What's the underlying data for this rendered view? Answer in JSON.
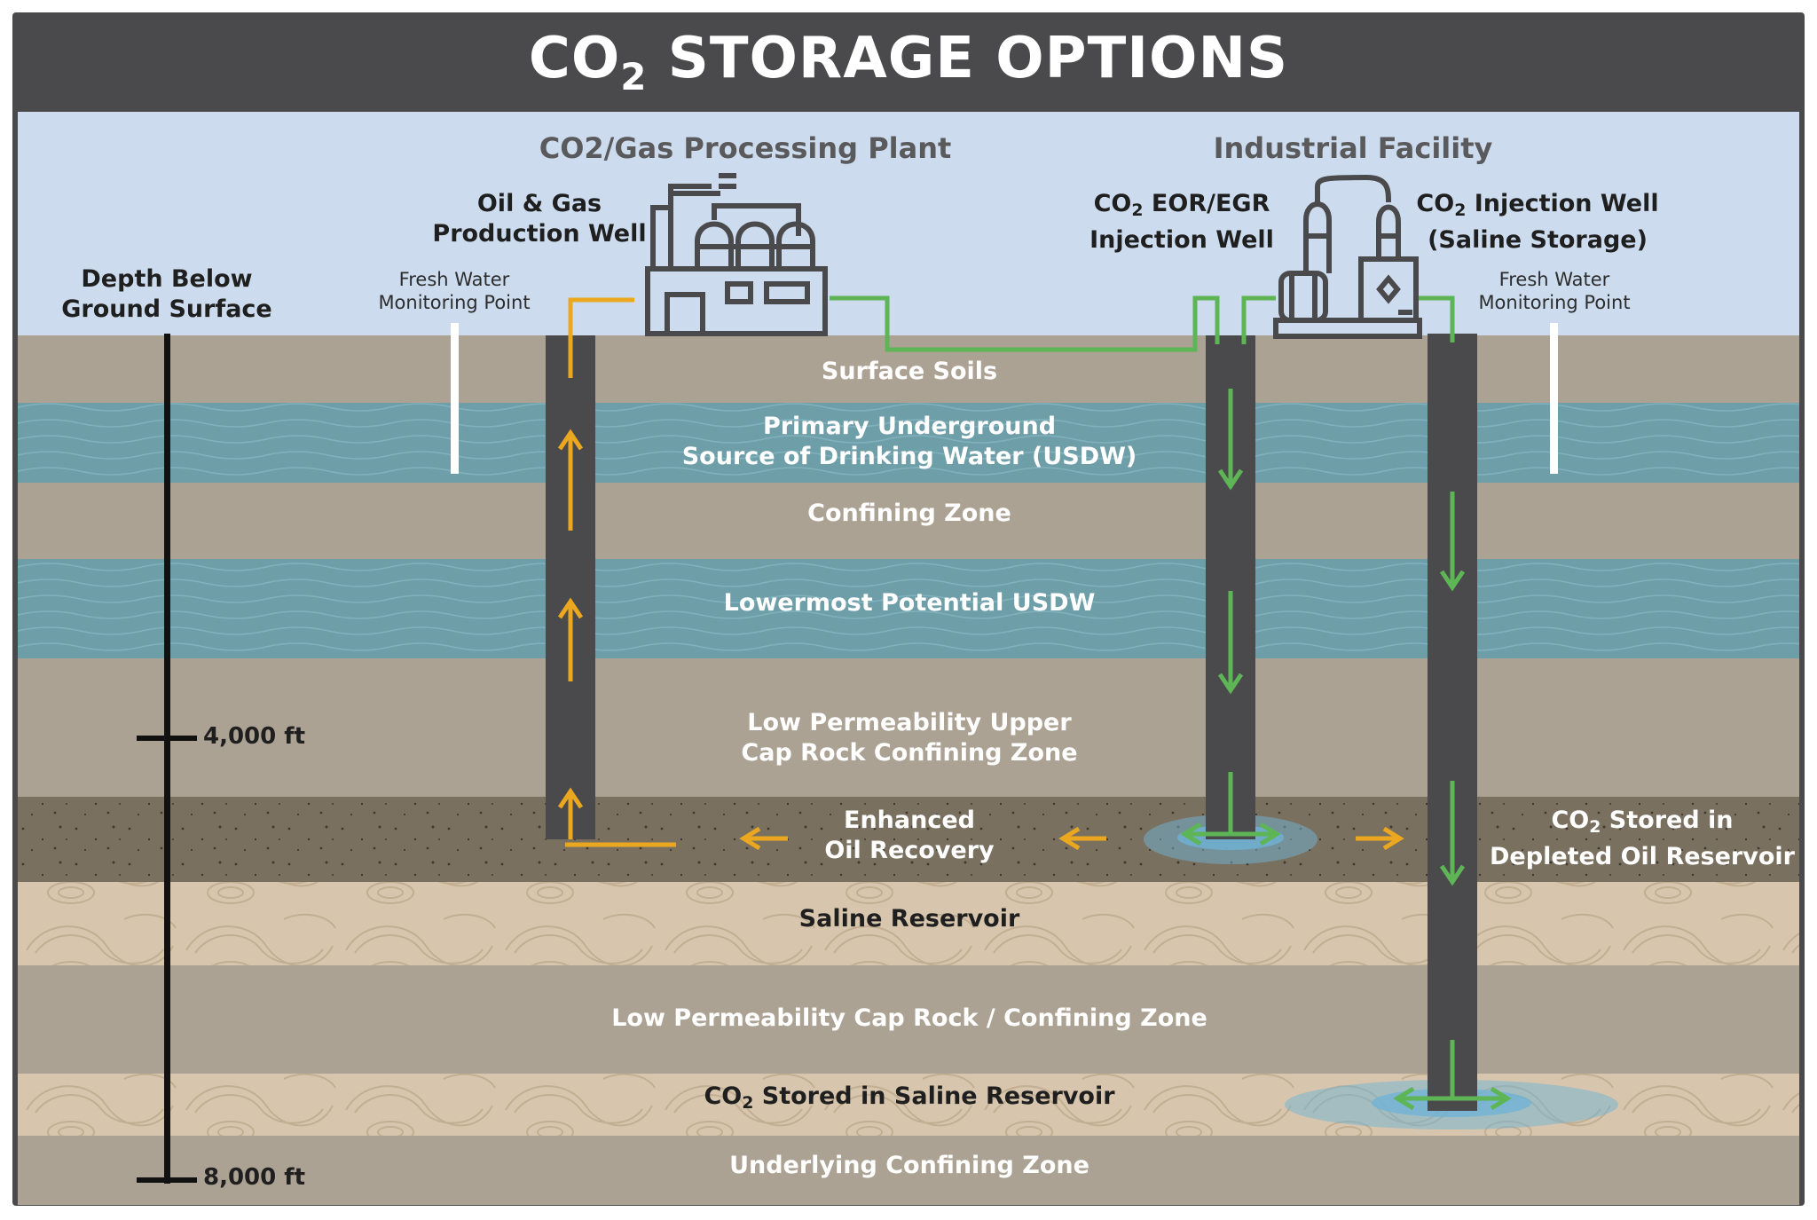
{
  "title": {
    "prefix": "CO",
    "sub": "2",
    "suffix": " STORAGE OPTIONS"
  },
  "facilities": {
    "plant": "CO2/Gas Processing Plant",
    "industrial": "Industrial Facility"
  },
  "wells": {
    "production_l1": "Oil & Gas",
    "production_l2": "Production Well",
    "eor_l1_prefix": "CO",
    "eor_l1_sub": "2",
    "eor_l1_suffix": " EOR/EGR",
    "eor_l2": "Injection Well",
    "saline_l1_prefix": "CO",
    "saline_l1_sub": "2",
    "saline_l1_suffix": " Injection Well",
    "saline_l2": "(Saline Storage)"
  },
  "monitoring": {
    "left_l1": "Fresh Water",
    "left_l2": "Monitoring Point",
    "right_l1": "Fresh Water",
    "right_l2": "Monitoring Point"
  },
  "depth": {
    "label_l1": "Depth Below",
    "label_l2": "Ground Surface",
    "tick_mid": "4,000 ft",
    "tick_bottom": "8,000 ft"
  },
  "layers": {
    "surface_soils": "Surface Soils",
    "usdw_l1": "Primary Underground",
    "usdw_l2": "Source of Drinking Water (USDW)",
    "confining": "Confining Zone",
    "lower_usdw": "Lowermost Potential USDW",
    "caprock_l1": "Low Permeability Upper",
    "caprock_l2": "Cap Rock Confining Zone",
    "eor_l1": "Enhanced",
    "eor_l2": "Oil Recovery",
    "depleted_l1_prefix": "CO",
    "depleted_l1_sub": "2",
    "depleted_l1_suffix": " Stored in",
    "depleted_l2": "Depleted Oil Reservoir",
    "saline": "Saline Reservoir",
    "caprock2": "Low Permeability Cap Rock / Confining Zone",
    "stored_saline_prefix": "CO",
    "stored_saline_sub": "2",
    "stored_saline_suffix": " Stored in Saline Reservoir",
    "underlying": "Underlying Confining Zone"
  },
  "colors": {
    "frame": "#4a4a4c",
    "sky": "#ccdcee",
    "soil": "#aca293",
    "water": "#6e9ea8",
    "oil_zone": "#7a7060",
    "sand": "#d7c6ad",
    "well": "#4a4a4c",
    "flow_out": "#eaa71f",
    "flow_in": "#5db556",
    "plume": "#6fb3d6"
  }
}
